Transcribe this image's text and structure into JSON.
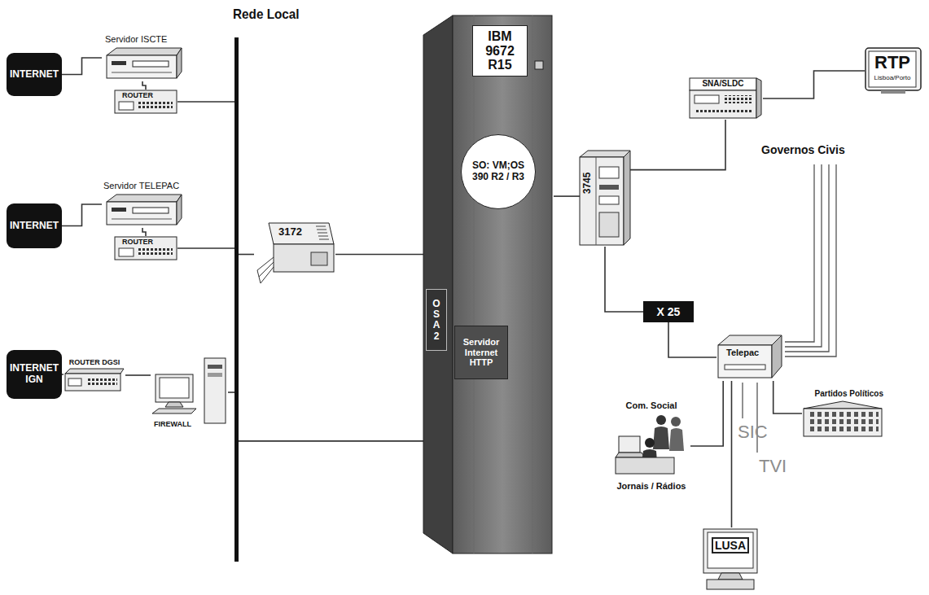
{
  "diagram": {
    "nodes": [
      {
        "text": [
          "Rede Local"
        ]
      },
      {
        "text": [
          "INTERNET"
        ]
      },
      {
        "text": [
          "Servidor ISCTE"
        ]
      },
      {
        "text": [
          "ROUTER"
        ]
      },
      {
        "text": [
          "INTERNET"
        ]
      },
      {
        "text": [
          "Servidor TELEPAC"
        ]
      },
      {
        "text": [
          "ROUTER"
        ]
      },
      {
        "text": [
          "INTERNET IGN"
        ]
      },
      {
        "text": [
          "ROUTER DGSI"
        ]
      },
      {
        "text": [
          "FIREWALL"
        ]
      },
      {
        "text": [
          "3172"
        ]
      },
      {
        "text": [
          "IBM 9672 R15"
        ]
      },
      {
        "text": [
          "SO: VM;OS 390 R2 / R3"
        ],
        "in": 11
      },
      {
        "text": [
          "OSA 2"
        ],
        "in": 11
      },
      {
        "text": [
          "Servidor Internet HTTP"
        ],
        "in": 11
      },
      {
        "text": [
          "3745"
        ]
      },
      {
        "text": [
          "SNA/SLDC"
        ]
      },
      {
        "text": [
          "RTP",
          "Lisboa/Porto"
        ]
      },
      {
        "text": [
          "X 25"
        ]
      },
      {
        "text": [
          "Telepac"
        ]
      },
      {
        "text": [
          "Partidos Políticos"
        ]
      },
      {
        "text": [
          "Com. Social",
          "Jornais / Rádios"
        ]
      },
      {
        "text": [
          "LUSA"
        ]
      }
    ],
    "edges": [
      {
        "from": 1,
        "to": 2,
        "arrow": "none"
      },
      {
        "from": 2,
        "to": 3,
        "arrow": "none"
      },
      {
        "from": 3,
        "to": 0,
        "arrow": "none"
      },
      {
        "from": 4,
        "to": 5,
        "arrow": "none"
      },
      {
        "from": 5,
        "to": 6,
        "arrow": "none"
      },
      {
        "from": 6,
        "to": 0,
        "arrow": "none"
      },
      {
        "from": 7,
        "to": 8,
        "arrow": "none"
      },
      {
        "from": 8,
        "to": 9,
        "arrow": "none"
      },
      {
        "from": 9,
        "to": 0,
        "arrow": "none"
      },
      {
        "from": 10,
        "to": 0,
        "arrow": "none"
      },
      {
        "from": 10,
        "to": 11,
        "arrow": "none"
      },
      {
        "from": 0,
        "to": 11,
        "arrow": "none"
      },
      {
        "from": 11,
        "to": 15,
        "arrow": "none"
      },
      {
        "from": 15,
        "to": 16,
        "arrow": "none"
      },
      {
        "from": 16,
        "to": 17,
        "arrow": "none"
      },
      {
        "from": 15,
        "to": 18,
        "arrow": "none"
      },
      {
        "from": 18,
        "to": 19,
        "arrow": "none"
      },
      {
        "from": 19,
        "to": 20,
        "arrow": "none"
      },
      {
        "from": 19,
        "to": 21,
        "arrow": "none"
      },
      {
        "from": 19,
        "to": 22,
        "arrow": "none"
      }
    ],
    "labels": [
      "Governos Civis",
      "SIC",
      "TVI"
    ]
  }
}
